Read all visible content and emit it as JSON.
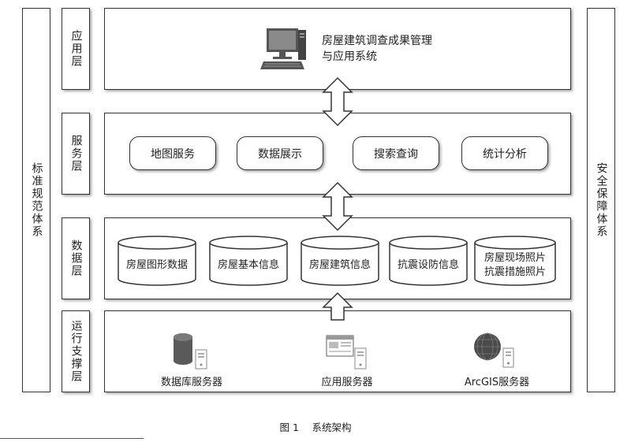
{
  "side_left": "标准规范体系",
  "side_right": "安全保障体系",
  "layers": {
    "app": {
      "label": "应用层",
      "system_title": "房屋建筑调查成果管理\n与应用系统",
      "icon": "desktop-computer-icon"
    },
    "service": {
      "label": "服务层",
      "items": [
        "地图服务",
        "数据展示",
        "搜索查询",
        "统计分析"
      ]
    },
    "data": {
      "label": "数据层",
      "items": [
        "房屋图形数据",
        "房屋基本信息",
        "房屋建筑信息",
        "抗震设防信息",
        "房屋现场照片\n抗震措施照片"
      ]
    },
    "runtime": {
      "label": "运行支撑层",
      "servers": [
        {
          "label": "数据库服务器",
          "icon": "database-server-icon"
        },
        {
          "label": "应用服务器",
          "icon": "application-server-icon"
        },
        {
          "label": "ArcGIS服务器",
          "icon": "arcgis-globe-server-icon"
        }
      ]
    }
  },
  "caption": "图 1　 系统架构",
  "colors": {
    "border": "#333333",
    "arrow_fill": "#ffffff",
    "icon_gray": "#6a6a6a"
  }
}
